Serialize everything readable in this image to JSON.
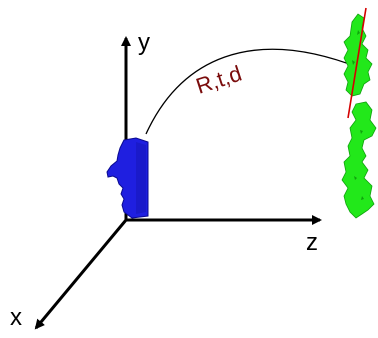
{
  "axes": {
    "x_label": "x",
    "y_label": "y",
    "z_label": "z"
  },
  "transform": {
    "label": "R,t,d"
  },
  "colors": {
    "axis": "#000000",
    "face": "#1f1fe0",
    "face_shadow": "#0a0a90",
    "cloud": "#22e81a",
    "cloud_dark": "#0fa20d",
    "fit_line": "#d40000",
    "transform_label": "#7a0c0c"
  }
}
